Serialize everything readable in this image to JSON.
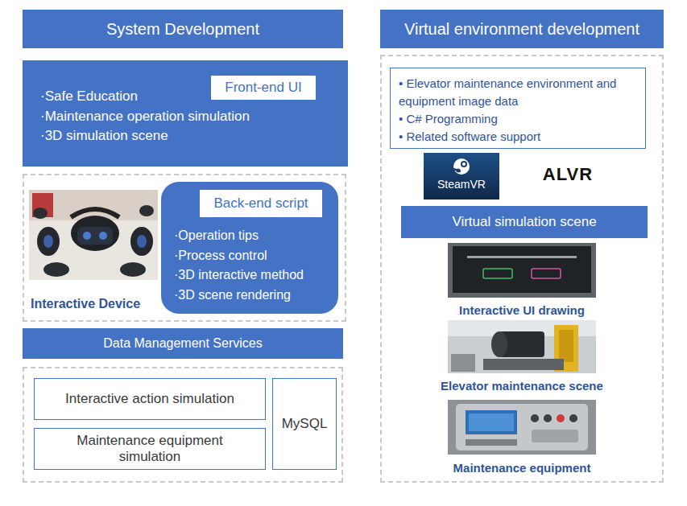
{
  "diagram": {
    "nodes": [
      {
        "text": [
          "System Development"
        ]
      },
      {
        "text": [
          "·Safe Education",
          "·Maintenance operation simulation",
          "·3D simulation scene"
        ]
      },
      {
        "text": [
          "Front-end UI"
        ],
        "in": 1
      },
      {
        "text": [
          "Interactive Device"
        ]
      },
      {
        "text": [
          "·Operation tips",
          "·Process control",
          "·3D interactive method",
          "·3D scene rendering"
        ],
        "in": 3
      },
      {
        "text": [
          "Back-end script"
        ],
        "in": 4
      },
      {
        "text": [
          "Data Management Services"
        ]
      },
      {
        "text": []
      },
      {
        "text": [
          "Interactive action simulation"
        ],
        "in": 7
      },
      {
        "text": [
          "Maintenance equipment simulation"
        ],
        "in": 7
      },
      {
        "text": [
          "MySQL"
        ],
        "in": 7
      },
      {
        "text": [
          "Virtual environment development"
        ]
      },
      {
        "text": []
      },
      {
        "text": [
          "• Elevator maintenance environment and equipment image data",
          "• C# Programming",
          "• Related software support"
        ],
        "in": 12
      },
      {
        "text": [
          "Virtual simulation scene"
        ],
        "in": 12
      }
    ],
    "labels": [
      "SteamVR",
      "ALVR",
      "Interactive UI drawing",
      "Elevator maintenance scene",
      "Maintenance equipment"
    ]
  }
}
